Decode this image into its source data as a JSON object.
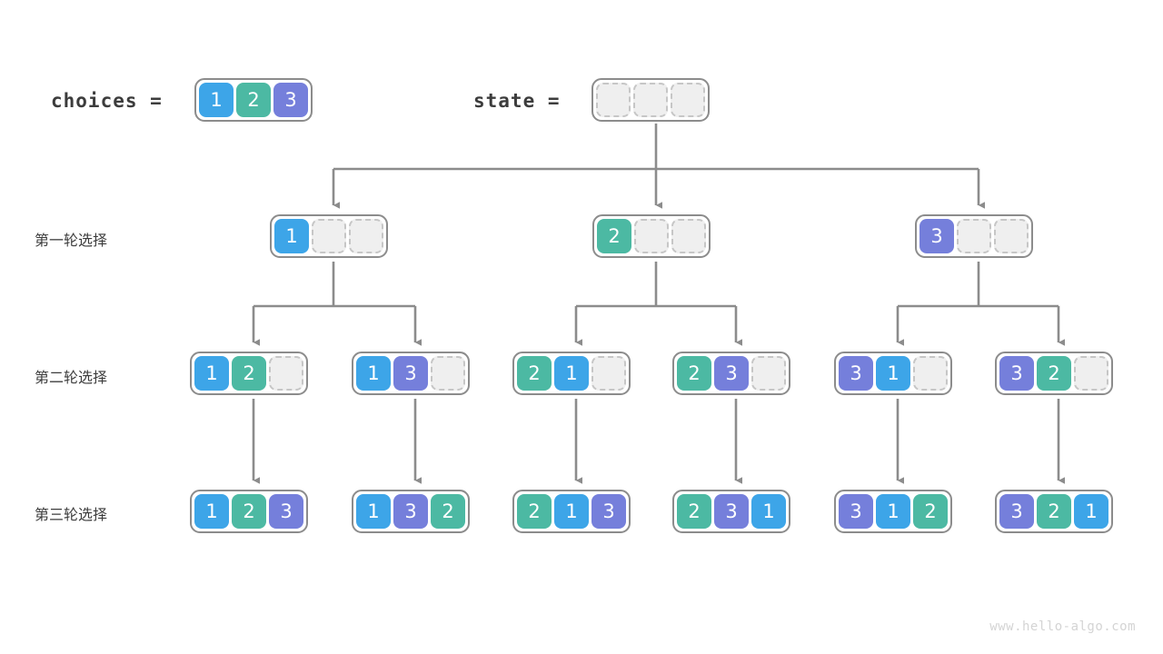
{
  "palette": {
    "blue": "#3da5e8",
    "green": "#4cb9a3",
    "purple": "#757fdb",
    "empty_fill": "#efefef",
    "empty_border": "#c6c6c6",
    "node_border": "#8c8c8c",
    "wire": "#8c8c8c",
    "text": "#3c3c3c",
    "watermark": "#d4d4d4"
  },
  "header": {
    "choices_label": "choices =",
    "choices_values": [
      "1",
      "2",
      "3"
    ],
    "state_label": "state =",
    "state_values": [
      "",
      "",
      ""
    ]
  },
  "rows": [
    {
      "label": "第一轮选择"
    },
    {
      "label": "第二轮选择"
    },
    {
      "label": "第三轮选择"
    }
  ],
  "level1": [
    {
      "cells": [
        "1",
        "",
        ""
      ]
    },
    {
      "cells": [
        "2",
        "",
        ""
      ]
    },
    {
      "cells": [
        "3",
        "",
        ""
      ]
    }
  ],
  "level2": [
    {
      "cells": [
        "1",
        "2",
        ""
      ]
    },
    {
      "cells": [
        "1",
        "3",
        ""
      ]
    },
    {
      "cells": [
        "2",
        "1",
        ""
      ]
    },
    {
      "cells": [
        "2",
        "3",
        ""
      ]
    },
    {
      "cells": [
        "3",
        "1",
        ""
      ]
    },
    {
      "cells": [
        "3",
        "2",
        ""
      ]
    }
  ],
  "level3": [
    {
      "cells": [
        "1",
        "2",
        "3"
      ]
    },
    {
      "cells": [
        "1",
        "3",
        "2"
      ]
    },
    {
      "cells": [
        "2",
        "1",
        "3"
      ]
    },
    {
      "cells": [
        "2",
        "3",
        "1"
      ]
    },
    {
      "cells": [
        "3",
        "1",
        "2"
      ]
    },
    {
      "cells": [
        "3",
        "2",
        "1"
      ]
    }
  ],
  "watermark": "www.hello-algo.com"
}
